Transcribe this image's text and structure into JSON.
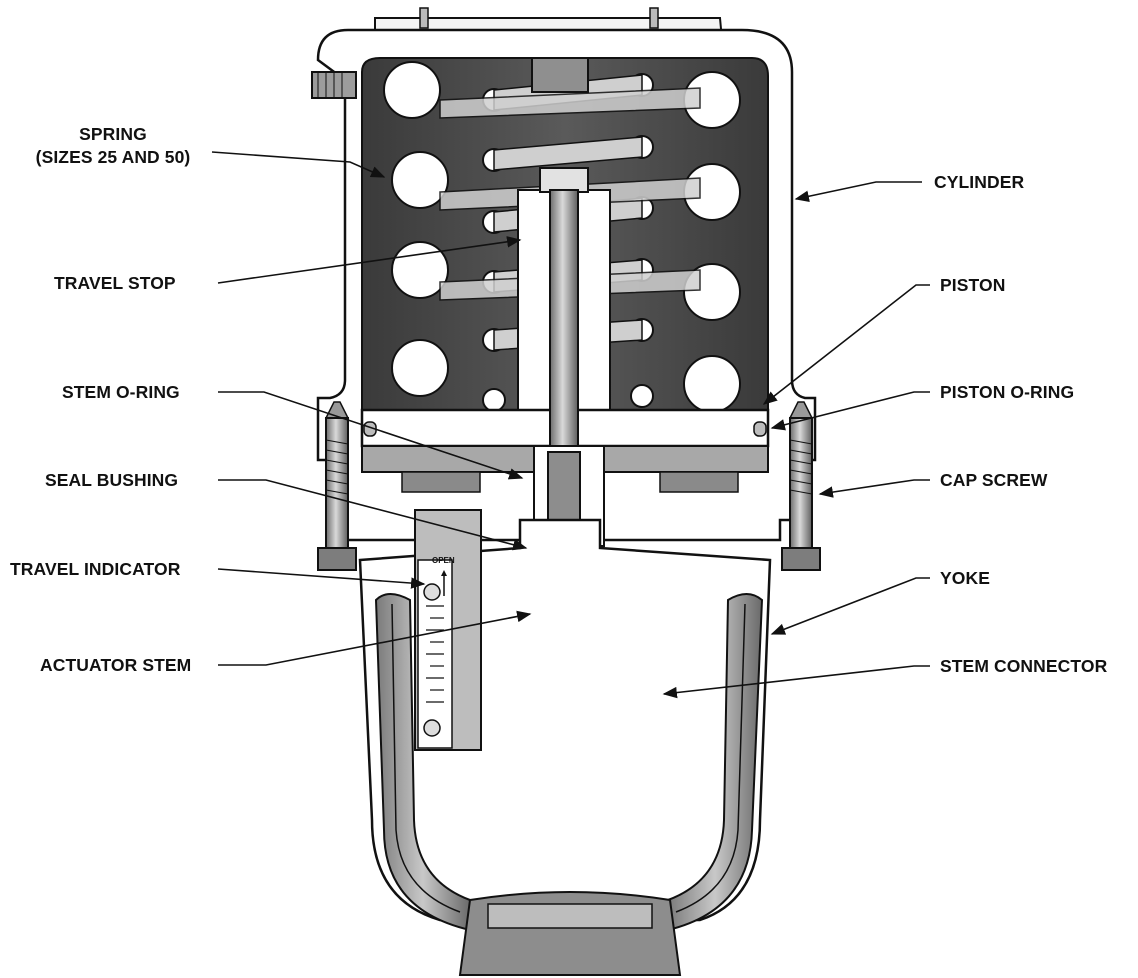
{
  "colors": {
    "ink": "#111111",
    "cylinder_dark": "#4a4a4a",
    "metal_light": "#d6d6d6",
    "metal_mid": "#9a9a9a",
    "background": "#ffffff"
  },
  "labels": {
    "spring_line1": "SPRING",
    "spring_line2": "(SIZES 25 AND 50)",
    "travel_stop": "TRAVEL STOP",
    "stem_o_ring": "STEM O-RING",
    "seal_bushing": "SEAL BUSHING",
    "travel_indicator": "TRAVEL INDICATOR",
    "actuator_stem": "ACTUATOR STEM",
    "cylinder": "CYLINDER",
    "piston": "PISTON",
    "piston_o_ring": "PISTON O-RING",
    "cap_screw": "CAP SCREW",
    "yoke": "YOKE",
    "stem_connector": "STEM CONNECTOR",
    "indicator_scale": "OPEN"
  }
}
